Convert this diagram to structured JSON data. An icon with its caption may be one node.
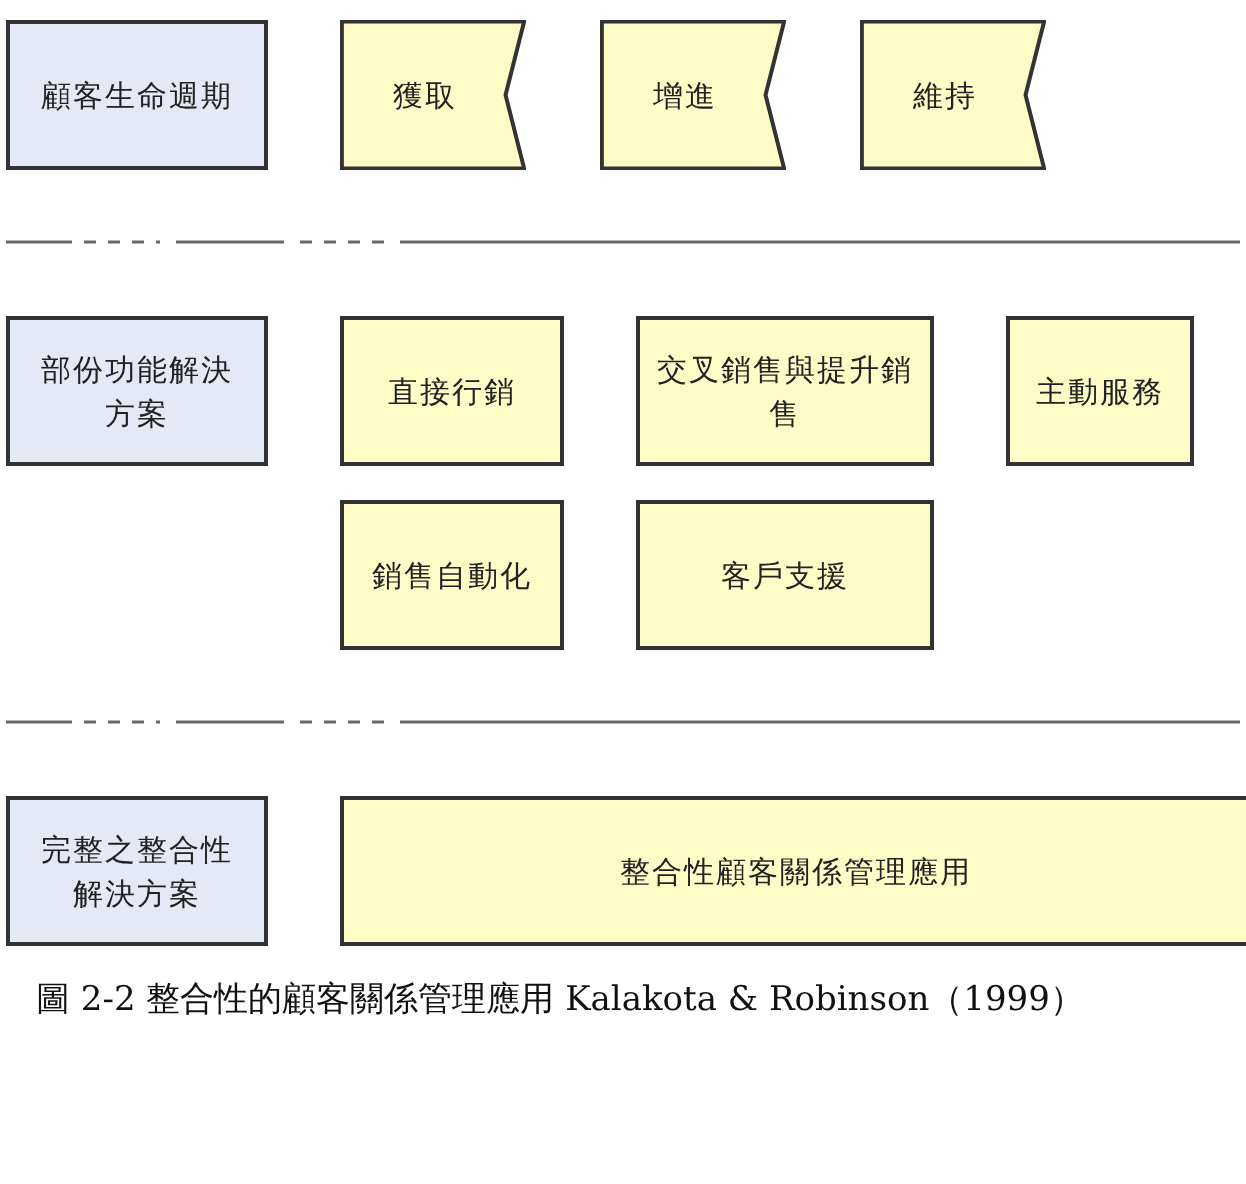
{
  "diagram": {
    "caption": "圖 2-2 整合性的顧客關係管理應用 Kalakota & Robinson（1999）",
    "nodes": [
      {
        "text": [
          "顧客生命週期"
        ]
      },
      {
        "text": [
          "獲取"
        ]
      },
      {
        "text": [
          "增進"
        ]
      },
      {
        "text": [
          "維持"
        ]
      },
      {
        "text": [
          "部份功能解決方案"
        ]
      },
      {
        "text": [
          "直接行銷"
        ]
      },
      {
        "text": [
          "交叉銷售與提升銷售"
        ]
      },
      {
        "text": [
          "主動服務"
        ]
      },
      {
        "text": [
          "銷售自動化"
        ]
      },
      {
        "text": [
          "客戶支援"
        ]
      },
      {
        "text": [
          "完整之整合性解決方案"
        ]
      },
      {
        "text": [
          "整合性顧客關係管理應用"
        ]
      }
    ],
    "edges": []
  }
}
